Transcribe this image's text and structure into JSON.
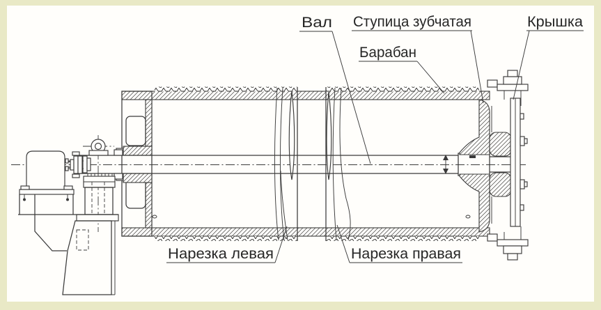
{
  "labels": {
    "shaft": "Вал",
    "gear_hub": "Ступица зубчатая",
    "cover": "Крышка",
    "drum": "Барабан",
    "thread_left": "Нарезка левая",
    "thread_right": "Нарезка правая"
  },
  "colors": {
    "frame": "#e9e9c6",
    "paper": "#fffefb",
    "line": "#3a3a3a"
  }
}
